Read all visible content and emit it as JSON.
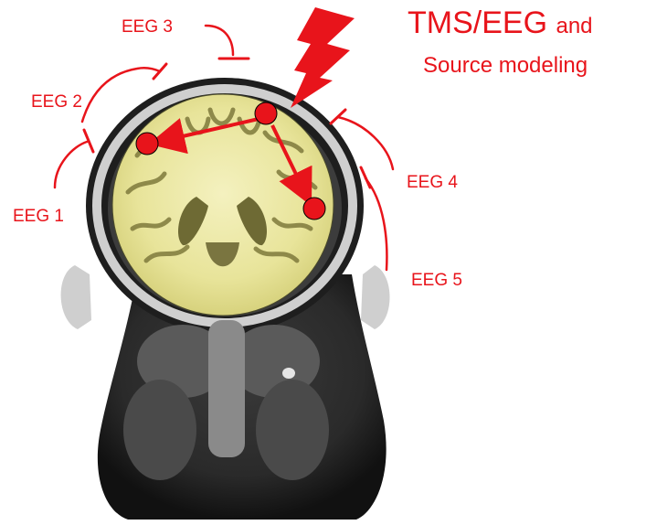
{
  "title": {
    "line1_main": "TMS/EEG",
    "line1_suffix": "and",
    "line2": "Source modeling"
  },
  "electrodes": [
    {
      "label": "EEG 1"
    },
    {
      "label": "EEG 2"
    },
    {
      "label": "EEG 3"
    },
    {
      "label": "EEG 4"
    },
    {
      "label": "EEG 5"
    }
  ],
  "colors": {
    "accent": "#e8141b",
    "brain_overlay": "#f2f0a8",
    "mri_dark": "#1a1a1a",
    "mri_light": "#d9d9d9"
  },
  "icons": {
    "stimulus": "lightning-bolt-icon",
    "sources": "source-dot-icon"
  }
}
